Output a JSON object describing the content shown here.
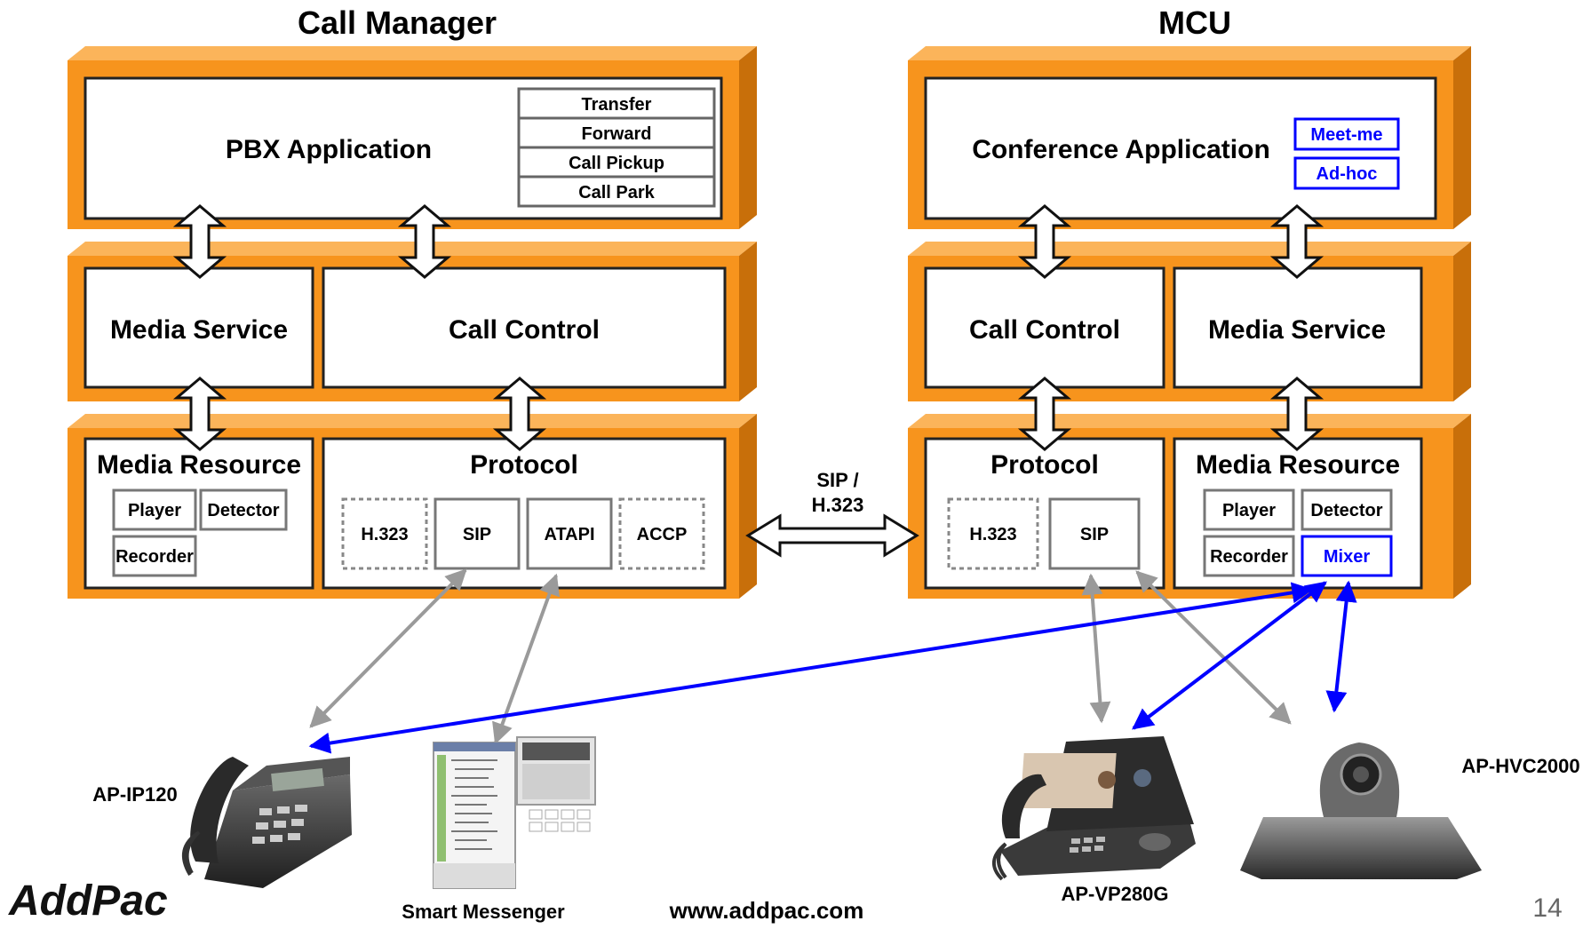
{
  "titles": {
    "left": "Call Manager",
    "right": "MCU"
  },
  "call_manager": {
    "app": {
      "label": "PBX Application",
      "features": [
        "Transfer",
        "Forward",
        "Call Pickup",
        "Call Park"
      ]
    },
    "media_service": "Media Service",
    "call_control": "Call Control",
    "media_resource": {
      "label": "Media Resource",
      "items": [
        "Player",
        "Detector",
        "Recorder"
      ]
    },
    "protocol": {
      "label": "Protocol",
      "items": [
        "H.323",
        "SIP",
        "ATAPI",
        "ACCP"
      ]
    }
  },
  "mcu": {
    "app": {
      "label": "Conference Application",
      "features": [
        "Meet-me",
        "Ad-hoc"
      ]
    },
    "call_control": "Call Control",
    "media_service": "Media Service",
    "protocol": {
      "label": "Protocol",
      "items": [
        "H.323",
        "SIP"
      ]
    },
    "media_resource": {
      "label": "Media Resource",
      "items": [
        "Player",
        "Detector",
        "Recorder",
        "Mixer"
      ]
    }
  },
  "link": {
    "line1": "SIP /",
    "line2": "H.323"
  },
  "devices": {
    "ip_phone": "AP-IP120",
    "messenger": "Smart Messenger",
    "video_phone": "AP-VP280G",
    "camera": "AP-HVC2000"
  },
  "footer": {
    "brand": "AddPac",
    "url": "www.addpac.com",
    "page": "14"
  },
  "colors": {
    "orange": "#F7941D",
    "orange_dark": "#C86F0A",
    "frame": "#2a2a2a",
    "panel": "#ffffff",
    "blue": "#0000ff",
    "grey_line": "#9a9a9a"
  },
  "icons": [
    "double-arrow-icon",
    "ip-phone-icon",
    "messenger-screen-icon",
    "video-phone-icon",
    "camera-icon"
  ]
}
